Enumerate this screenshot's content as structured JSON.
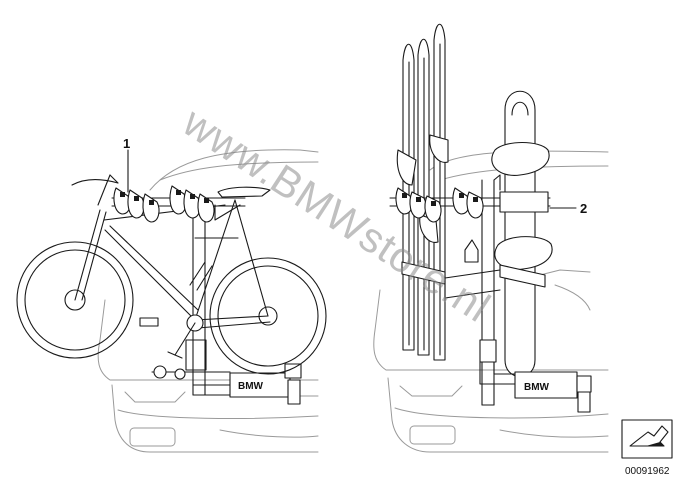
{
  "callouts": {
    "bike_carrier": "1",
    "ski_carrier": "2"
  },
  "brand_labels": {
    "bike_plate": "BMW",
    "ski_plate": "BMW"
  },
  "watermark": "www.BMWstore.nl",
  "diagram_number": "00091962",
  "colors": {
    "line": "#1a1a1a",
    "vehicle_outline": "#9a9a9a",
    "watermark": "#8c8c8c"
  }
}
